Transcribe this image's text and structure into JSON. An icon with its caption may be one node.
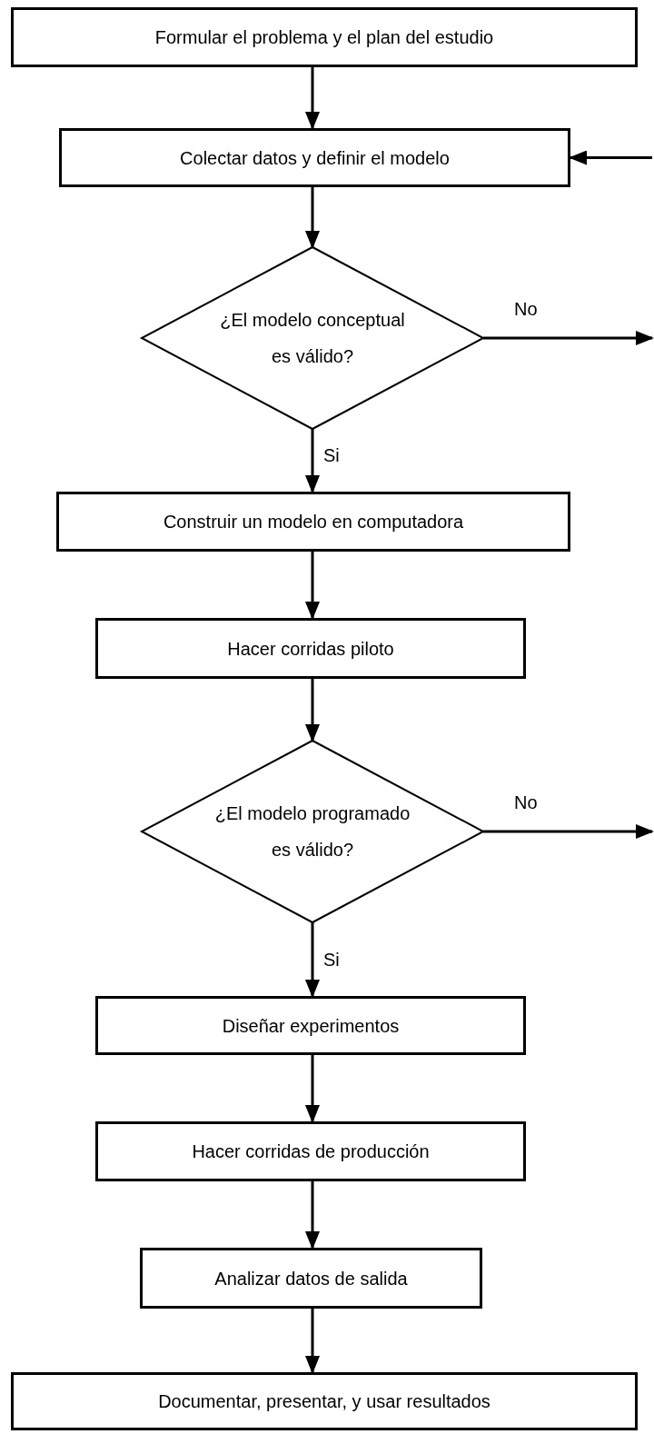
{
  "diagram": {
    "nodes": [
      {
        "text": [
          "Formular el problema y el plan del estudio"
        ]
      },
      {
        "text": [
          "Colectar datos y definir el modelo"
        ]
      },
      {
        "text": [
          "¿El modelo conceptual es válido?"
        ]
      },
      {
        "text": [
          "Construir un modelo en computadora"
        ]
      },
      {
        "text": [
          "Hacer corridas piloto"
        ]
      },
      {
        "text": [
          "¿El modelo programado es válido?"
        ]
      },
      {
        "text": [
          "Diseñar experimentos"
        ]
      },
      {
        "text": [
          "Hacer corridas de producción"
        ]
      },
      {
        "text": [
          "Analizar datos de salida"
        ]
      },
      {
        "text": [
          "Documentar, presentar, y usar resultados"
        ]
      }
    ],
    "edges": [
      {
        "from": 0,
        "to": 1,
        "arrow": "to"
      },
      {
        "from": 1,
        "to": 2,
        "arrow": "to"
      },
      {
        "from": 2,
        "to": 3,
        "arrow": "to",
        "label": "Si"
      },
      {
        "from": 3,
        "to": 4,
        "arrow": "to"
      },
      {
        "from": 4,
        "to": 5,
        "arrow": "to"
      },
      {
        "from": 5,
        "to": 6,
        "arrow": "to",
        "label": "Si"
      },
      {
        "from": 6,
        "to": 7,
        "arrow": "to"
      },
      {
        "from": 7,
        "to": 8,
        "arrow": "to"
      },
      {
        "from": 8,
        "to": 9,
        "arrow": "to"
      },
      {
        "from": 2,
        "to": null,
        "arrow": "to",
        "label": "No"
      },
      {
        "from": null,
        "to": 1,
        "arrow": "to"
      },
      {
        "from": 5,
        "to": null,
        "arrow": "to",
        "label": "No"
      }
    ]
  }
}
